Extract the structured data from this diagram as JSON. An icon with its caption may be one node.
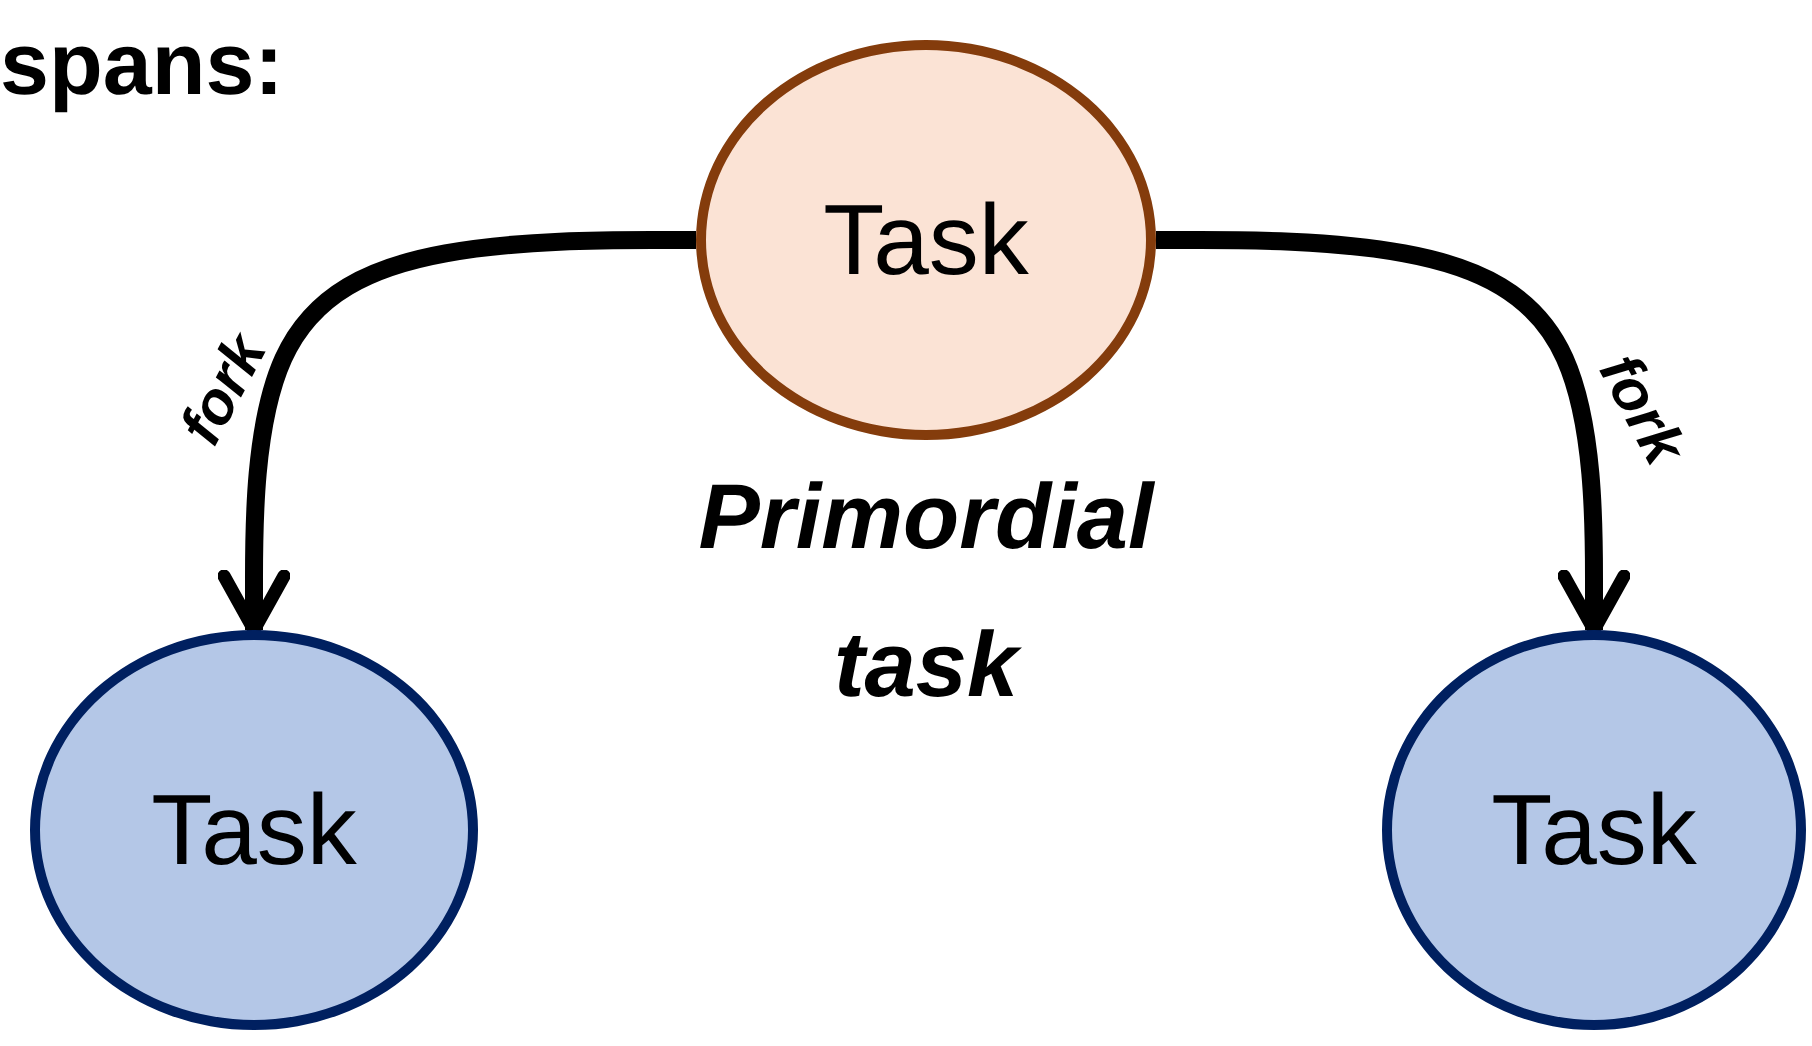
{
  "diagram": {
    "nodes": [
      {
        "text": [
          "Task"
        ],
        "beside": [
          "Primordial task"
        ]
      },
      {
        "text": [
          "Task"
        ]
      },
      {
        "text": [
          "Task"
        ]
      }
    ],
    "edges": [
      {
        "from": 0,
        "to": 1,
        "arrow": "to",
        "label": "fork"
      },
      {
        "from": 0,
        "to": 2,
        "arrow": "to",
        "label": "fork"
      }
    ],
    "labels": [
      "spans:"
    ]
  }
}
